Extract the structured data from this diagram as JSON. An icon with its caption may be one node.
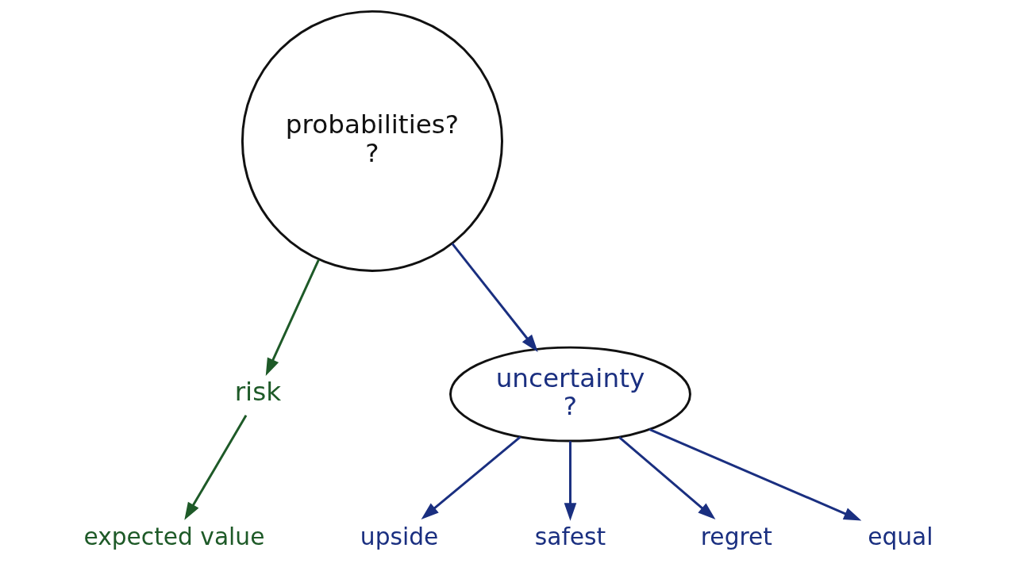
{
  "diagram": {
    "nodes": [
      {
        "text": [
          "probabilities?",
          "?"
        ]
      },
      {
        "text": [
          "risk"
        ]
      },
      {
        "text": [
          "expected value"
        ]
      },
      {
        "text": [
          "uncertainty",
          "?"
        ]
      },
      {
        "text": [
          "upside"
        ]
      },
      {
        "text": [
          "safest"
        ]
      },
      {
        "text": [
          "regret"
        ]
      },
      {
        "text": [
          "equal"
        ]
      }
    ],
    "edges": [
      {
        "from": 0,
        "to": 1,
        "arrow": "to",
        "color": "#1e5a28"
      },
      {
        "from": 0,
        "to": 3,
        "arrow": "to"
      },
      {
        "from": 1,
        "to": 2,
        "arrow": "to",
        "color": "#1e5a28"
      },
      {
        "from": 3,
        "to": 4,
        "arrow": "to"
      },
      {
        "from": 3,
        "to": 5,
        "arrow": "to"
      },
      {
        "from": 3,
        "to": 6,
        "arrow": "to"
      },
      {
        "from": 3,
        "to": 7,
        "arrow": "to"
      }
    ]
  }
}
